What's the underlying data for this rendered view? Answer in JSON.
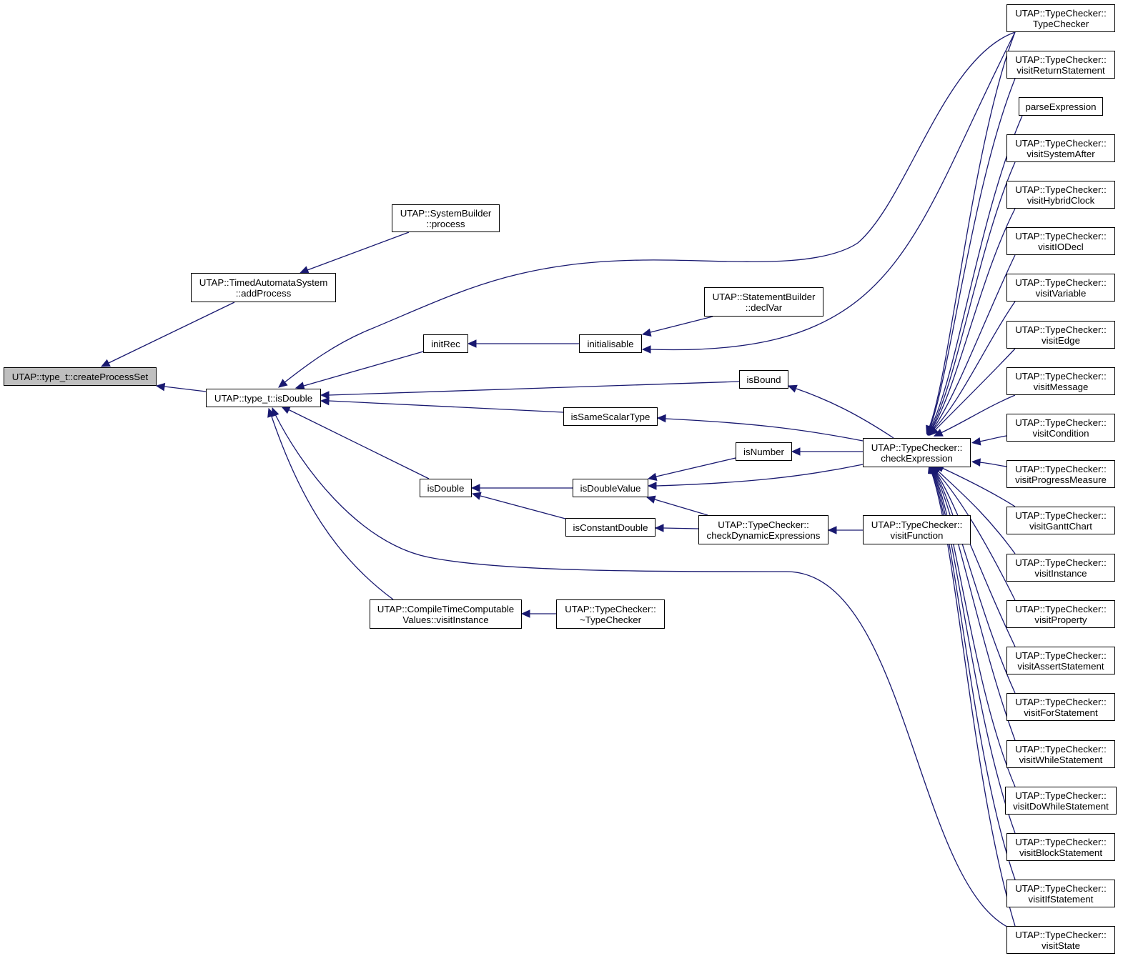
{
  "colors": {
    "edge": "#191970",
    "node_border": "#000000",
    "current_node_fill": "#bfbfbf",
    "background": "#ffffff"
  },
  "nodes": {
    "createProcessSet": {
      "lines": [
        "UTAP::type_t::createProcessSet"
      ]
    },
    "addProcess": {
      "lines": [
        "UTAP::TimedAutomataSystem",
        "::addProcess"
      ]
    },
    "sbProcess": {
      "lines": [
        "UTAP::SystemBuilder",
        "::process"
      ]
    },
    "isDoubleT": {
      "lines": [
        "UTAP::type_t::isDouble"
      ]
    },
    "initRec": {
      "lines": [
        "initRec"
      ]
    },
    "initialisable": {
      "lines": [
        "initialisable"
      ]
    },
    "declVar": {
      "lines": [
        "UTAP::StatementBuilder",
        "::declVar"
      ]
    },
    "isBound": {
      "lines": [
        "isBound"
      ]
    },
    "isSameScalarType": {
      "lines": [
        "isSameScalarType"
      ]
    },
    "isNumber": {
      "lines": [
        "isNumber"
      ]
    },
    "isDouble": {
      "lines": [
        "isDouble"
      ]
    },
    "isDoubleValue": {
      "lines": [
        "isDoubleValue"
      ]
    },
    "isConstantDouble": {
      "lines": [
        "isConstantDouble"
      ]
    },
    "checkDynExpr": {
      "lines": [
        "UTAP::TypeChecker::",
        "checkDynamicExpressions"
      ]
    },
    "visitFunction": {
      "lines": [
        "UTAP::TypeChecker::",
        "visitFunction"
      ]
    },
    "checkExpression": {
      "lines": [
        "UTAP::TypeChecker::",
        "checkExpression"
      ]
    },
    "ctcVisitInstance": {
      "lines": [
        "UTAP::CompileTimeComputable",
        "Values::visitInstance"
      ]
    },
    "dtorTypeChecker": {
      "lines": [
        "UTAP::TypeChecker::",
        "~TypeChecker"
      ]
    },
    "typeChecker": {
      "lines": [
        "UTAP::TypeChecker::",
        "TypeChecker"
      ]
    },
    "visitReturnStatement": {
      "lines": [
        "UTAP::TypeChecker::",
        "visitReturnStatement"
      ]
    },
    "parseExpression": {
      "lines": [
        "parseExpression"
      ]
    },
    "visitSystemAfter": {
      "lines": [
        "UTAP::TypeChecker::",
        "visitSystemAfter"
      ]
    },
    "visitHybridClock": {
      "lines": [
        "UTAP::TypeChecker::",
        "visitHybridClock"
      ]
    },
    "visitIODecl": {
      "lines": [
        "UTAP::TypeChecker::",
        "visitIODecl"
      ]
    },
    "visitVariable": {
      "lines": [
        "UTAP::TypeChecker::",
        "visitVariable"
      ]
    },
    "visitEdge": {
      "lines": [
        "UTAP::TypeChecker::",
        "visitEdge"
      ]
    },
    "visitMessage": {
      "lines": [
        "UTAP::TypeChecker::",
        "visitMessage"
      ]
    },
    "visitCondition": {
      "lines": [
        "UTAP::TypeChecker::",
        "visitCondition"
      ]
    },
    "visitProgressMeasure": {
      "lines": [
        "UTAP::TypeChecker::",
        "visitProgressMeasure"
      ]
    },
    "visitGanttChart": {
      "lines": [
        "UTAP::TypeChecker::",
        "visitGanttChart"
      ]
    },
    "visitInstance": {
      "lines": [
        "UTAP::TypeChecker::",
        "visitInstance"
      ]
    },
    "visitProperty": {
      "lines": [
        "UTAP::TypeChecker::",
        "visitProperty"
      ]
    },
    "visitAssertStatement": {
      "lines": [
        "UTAP::TypeChecker::",
        "visitAssertStatement"
      ]
    },
    "visitForStatement": {
      "lines": [
        "UTAP::TypeChecker::",
        "visitForStatement"
      ]
    },
    "visitWhileStatement": {
      "lines": [
        "UTAP::TypeChecker::",
        "visitWhileStatement"
      ]
    },
    "visitDoWhileStatement": {
      "lines": [
        "UTAP::TypeChecker::",
        "visitDoWhileStatement"
      ]
    },
    "visitBlockStatement": {
      "lines": [
        "UTAP::TypeChecker::",
        "visitBlockStatement"
      ]
    },
    "visitIfStatement": {
      "lines": [
        "UTAP::TypeChecker::",
        "visitIfStatement"
      ]
    },
    "visitState": {
      "lines": [
        "UTAP::TypeChecker::",
        "visitState"
      ]
    }
  }
}
